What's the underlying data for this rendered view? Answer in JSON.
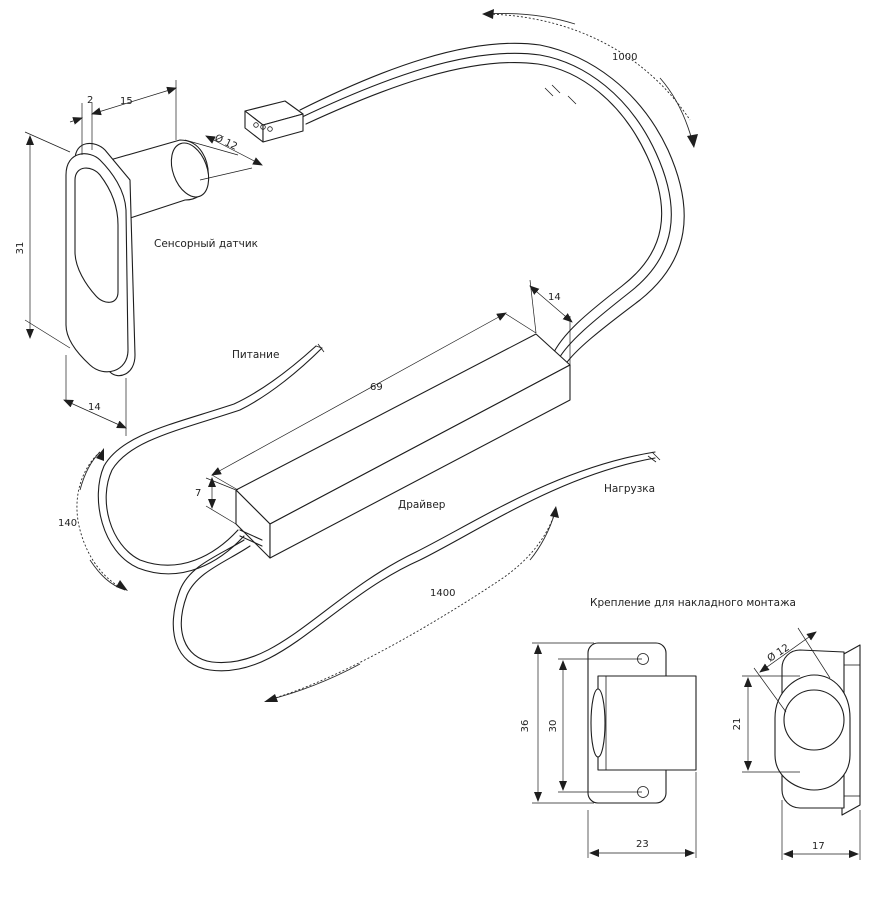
{
  "labels": {
    "sensor": "Сенсорный датчик",
    "power": "Питание",
    "driver": "Драйвер",
    "load": "Нагрузка",
    "mount_title": "Крепление для накладного монтажа"
  },
  "dimensions": {
    "cable_length": "1000",
    "sensor_flange": "2",
    "sensor_shaft": "15",
    "sensor_diameter": "Ø 12",
    "sensor_height": "31",
    "sensor_width": "14",
    "driver_length": "69",
    "driver_width": "14",
    "driver_height": "7",
    "power_cable": "140",
    "load_cable": "1400",
    "mount_height": "36",
    "mount_hole_spacing": "30",
    "mount_width": "23",
    "mount_diameter": "Ø 12",
    "mount_side_height": "21",
    "mount_depth": "17"
  }
}
